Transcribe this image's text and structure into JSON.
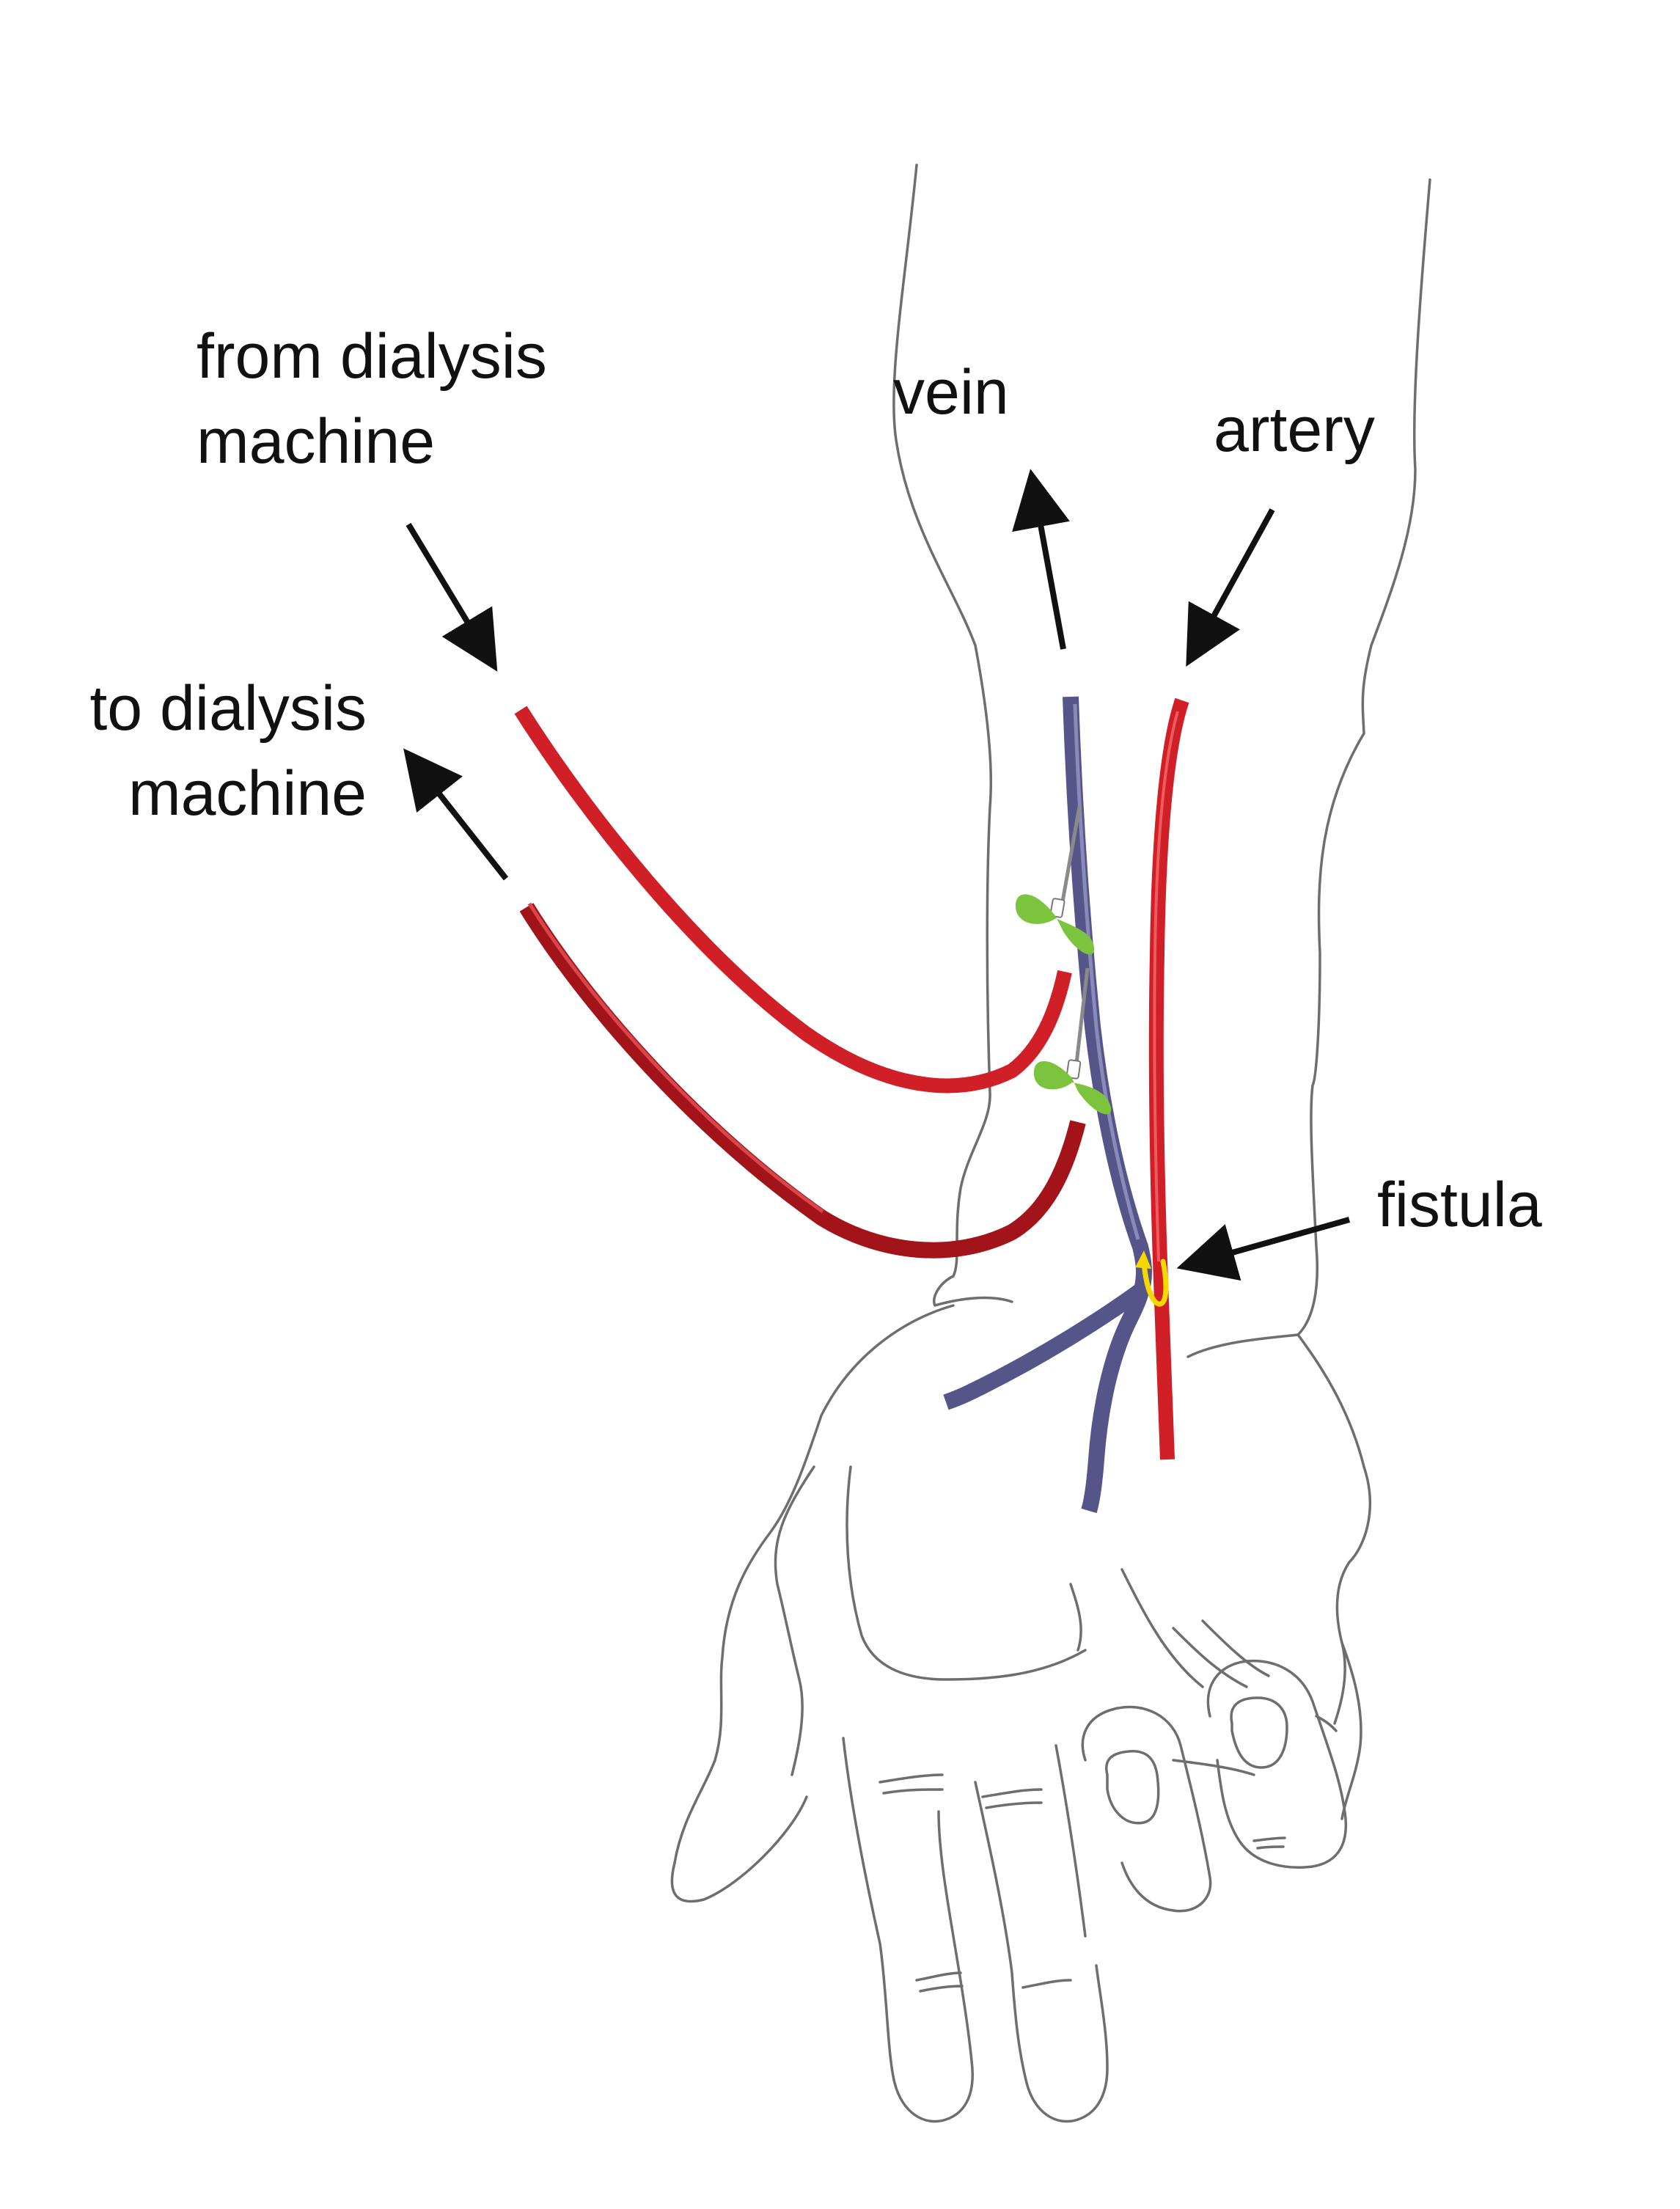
{
  "labels": {
    "from_machine": [
      "from dialysis",
      "machine"
    ],
    "to_machine": [
      "to dialysis",
      "machine"
    ],
    "vein": "vein",
    "artery": "artery",
    "fistula": "fistula"
  },
  "colors": {
    "outline": "#6e6e6e",
    "blood_tube": "#d01f26",
    "blood_tube_dark": "#a3141a",
    "vein": "#55558a",
    "artery": "#d01f26",
    "needle_wing": "#7cc33e",
    "flow_arrow": "#f5d800",
    "pointer_arrow": "#111111"
  },
  "icons": {
    "needle": "butterfly-needle-icon",
    "flow": "u-turn-arrow-icon"
  }
}
